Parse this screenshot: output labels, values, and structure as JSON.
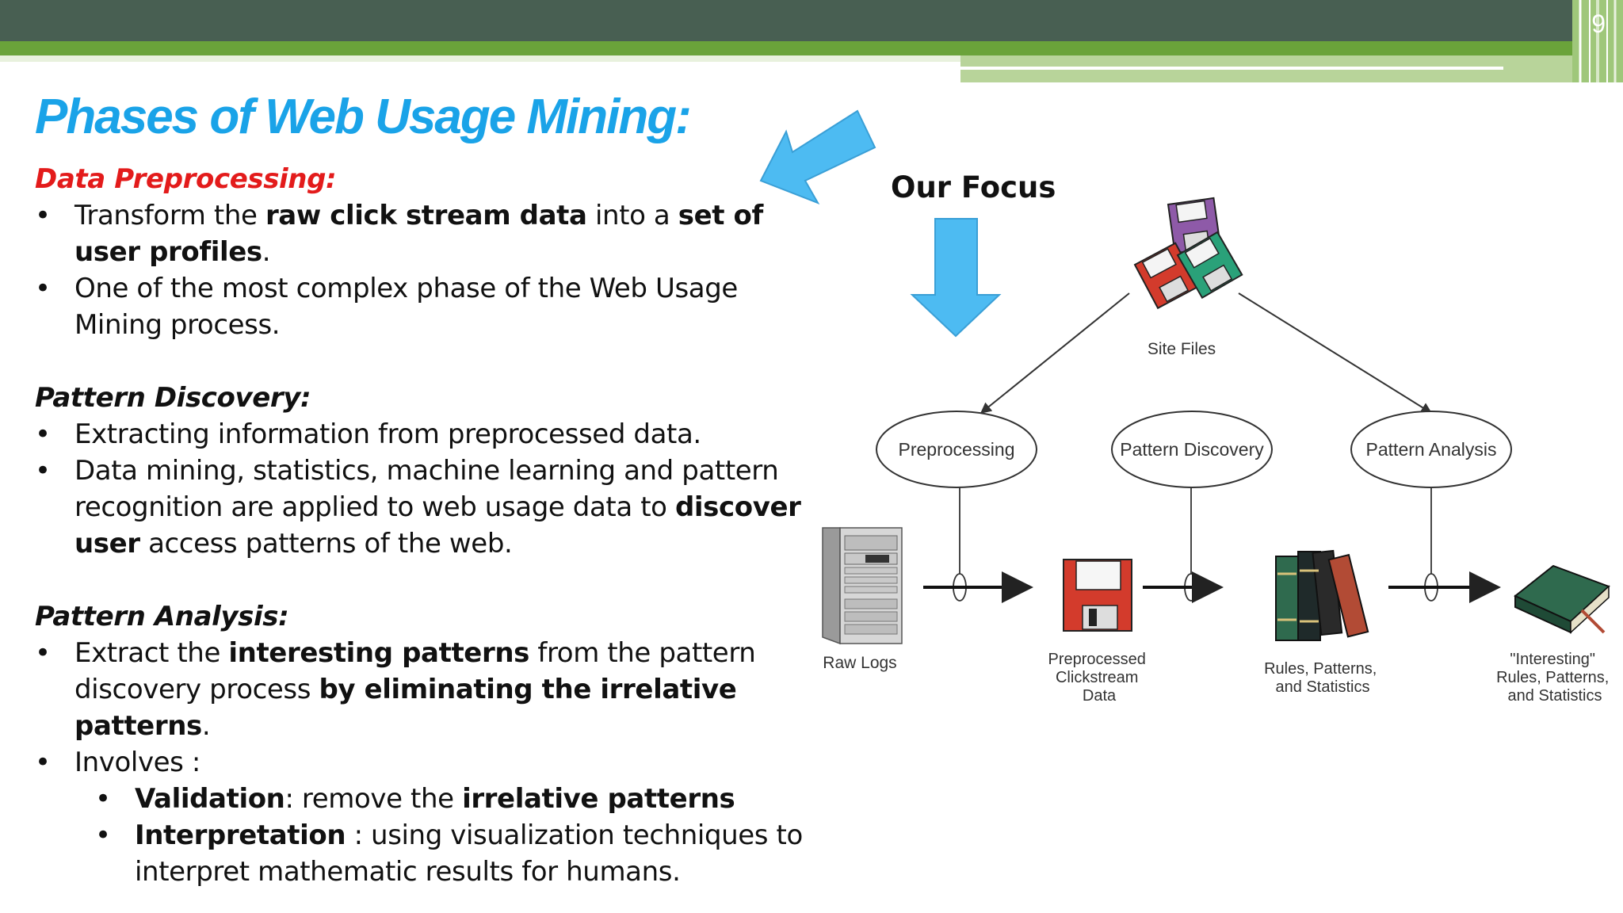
{
  "slide": {
    "number": "9",
    "title": "Phases of Web Usage Mining:"
  },
  "sections": {
    "preprocessing": {
      "heading": "Data Preprocessing:",
      "b1": {
        "t1": "Transform the ",
        "s1": "raw click stream data",
        "t2": " into a ",
        "s2": "set of user profiles",
        "t3": "."
      },
      "b2": "One of the most complex phase of the Web Usage Mining process."
    },
    "discovery": {
      "heading": "Pattern Discovery:",
      "b1": "Extracting information from preprocessed data.",
      "b2": {
        "t1": "Data mining, statistics, machine learning and pattern recognition are applied to web usage data to ",
        "s1": "discover user",
        "t2": " access patterns of the web."
      }
    },
    "analysis": {
      "heading": "Pattern Analysis:",
      "b1": {
        "t1": "Extract the ",
        "s1": "interesting patterns",
        "t2": " from the pattern discovery process ",
        "s2": "by eliminating the irrelative patterns",
        "t3": "."
      },
      "b2": "Involves :",
      "sub1": {
        "s1": "Validation",
        "t1": ": remove the ",
        "s2": "irrelative patterns"
      },
      "sub2": {
        "s1": "Interpretation",
        "t1": " : using visualization techniques to interpret mathematic results for humans."
      }
    }
  },
  "diagram": {
    "focus_label": "Our Focus",
    "site_files": "Site Files",
    "phases": [
      "Preprocessing",
      "Pattern Discovery",
      "Pattern Analysis"
    ],
    "raw_logs": "Raw Logs",
    "preprocessed": [
      "Preprocessed",
      "Clickstream",
      "Data"
    ],
    "rules": [
      "Rules, Patterns,",
      "and Statistics"
    ],
    "interesting": [
      "\"Interesting\"",
      "Rules, Patterns,",
      "and Statistics"
    ]
  },
  "colors": {
    "title": "#1aa3e8",
    "heading_red": "#e31b1b",
    "bar_dark": "#485f52",
    "bar_green": "#6aa33a",
    "arrow": "#4dbbf2"
  }
}
